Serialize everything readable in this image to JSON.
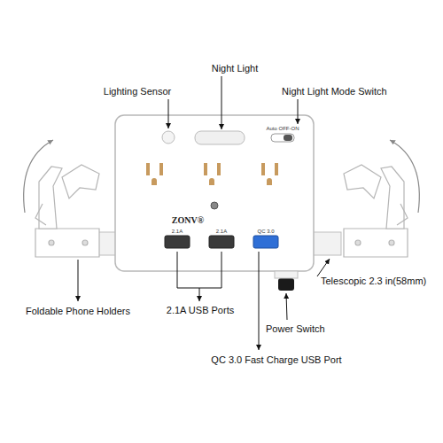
{
  "diagram": {
    "labels": [
      "Lighting Sensor",
      "Night Light",
      "Night Light Mode Switch",
      "Foldable Phone Holders",
      "2.1A USB Ports",
      "Telescopic 2.3 in(58mm)",
      "Power Switch",
      "QC 3.0 Fast Charge USB Port",
      "ZONV®",
      "2.1A",
      "2.1A",
      "QC 3.0",
      "Auto OFF-ON"
    ]
  }
}
